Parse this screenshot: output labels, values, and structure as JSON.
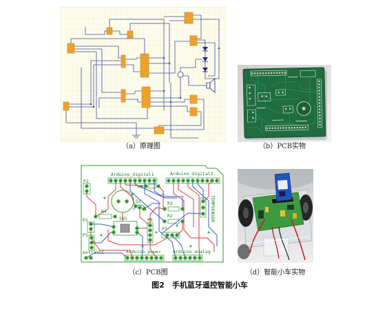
{
  "figure": {
    "title": "图2　手机蓝牙遥控智能小车",
    "subfigures": [
      {
        "id": "a",
        "caption": "（a）原理图"
      },
      {
        "id": "b",
        "caption": "（b）PCB实物"
      },
      {
        "id": "c",
        "caption": "（c）PCB图"
      },
      {
        "id": "d",
        "caption": "（d）智能小车实物"
      }
    ]
  },
  "pcb_labels": {
    "arduino_digital1": "Arduino_digital1",
    "arduino_digital2": "Arduino_digital2",
    "arduino_power": "Arduino_power",
    "arduino_analog": "Arduino_analog",
    "extra_vcc": "extraVCC",
    "temp_sensor": "TEMPSENSOR",
    "p1": "P1",
    "p2": "P2",
    "p3": "P3",
    "p6": "P6",
    "r2": "R2",
    "r3": "R3",
    "r4": "R4",
    "r5": "R5",
    "q1": "Q1",
    "sw1": "SW1",
    "d1": "D1"
  },
  "colors": {
    "schematic_wire": "#3b4d9c",
    "schematic_component": "#f2a733",
    "schematic_symbol": "#1c2a8c",
    "pcb_top_trace": "#dc3b3b",
    "pcb_bottom_trace": "#3c57cc",
    "pcb_outline": "#2c9e2c",
    "pcb_pad": "#4cbb4c",
    "board_green": "#1f6c3e"
  }
}
